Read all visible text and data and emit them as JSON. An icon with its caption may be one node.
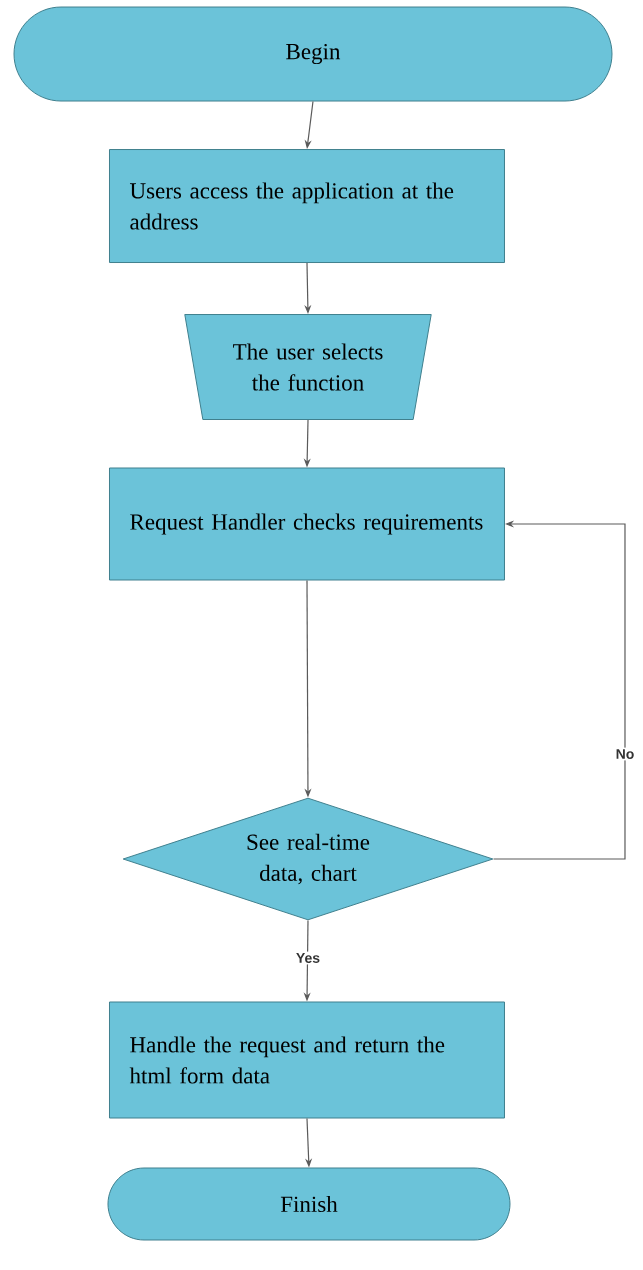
{
  "diagram": {
    "nodes": [
      {
        "text": [
          "Begin"
        ]
      },
      {
        "text": [
          "Users access the application at the address"
        ]
      },
      {
        "text": [
          "The user selects the function"
        ]
      },
      {
        "text": [
          "Request Handler checks requirements"
        ]
      },
      {
        "text": [
          "See real-time data, chart"
        ]
      },
      {
        "text": [
          "Handle the request and return the html form data"
        ]
      },
      {
        "text": [
          "Finish"
        ]
      }
    ],
    "edges": [
      {
        "from": 0,
        "to": 1,
        "arrow": "to"
      },
      {
        "from": 1,
        "to": 2,
        "arrow": "to"
      },
      {
        "from": 2,
        "to": 3,
        "arrow": "to"
      },
      {
        "from": 3,
        "to": 4,
        "arrow": "to"
      },
      {
        "from": 4,
        "to": 3,
        "arrow": "to",
        "label": "No"
      },
      {
        "from": 4,
        "to": 5,
        "arrow": "to",
        "label": "Yes"
      },
      {
        "from": 5,
        "to": 6,
        "arrow": "to"
      }
    ]
  }
}
